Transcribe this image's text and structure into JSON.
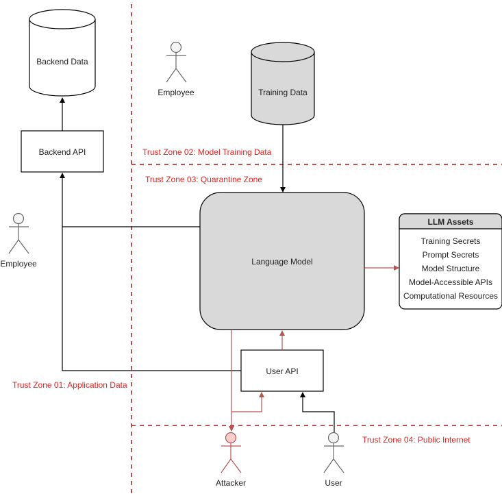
{
  "diagram": {
    "title": "LLM Trust Zone Threat Model",
    "zones": {
      "zone01": "Trust Zone 01: Application Data",
      "zone02": "Trust Zone 02: Model Training Data",
      "zone03": "Trust Zone 03: Quarantine Zone",
      "zone04": "Trust Zone 04: Public Internet"
    },
    "nodes": {
      "backend_data": "Backend Data",
      "backend_api": "Backend API",
      "training_data": "Training Data",
      "language_model": "Language Model",
      "user_api": "User API"
    },
    "actors": {
      "employee_top": "Employee",
      "employee_left": "Employee",
      "attacker": "Attacker",
      "user": "User"
    },
    "assets": {
      "title": "LLM Assets",
      "items": [
        "Training Secrets",
        "Prompt Secrets",
        "Model Structure",
        "Model-Accessible APIs",
        "Computational Resources"
      ]
    },
    "colors": {
      "zone_border": "#b85450",
      "zone_text": "#e52421",
      "threat_flow": "#b85450",
      "normal_flow": "#000000",
      "node_fill_gray": "#d9d9d9",
      "attacker_fill": "#f8cecc",
      "actor_fill": "#f5f5f5"
    }
  }
}
